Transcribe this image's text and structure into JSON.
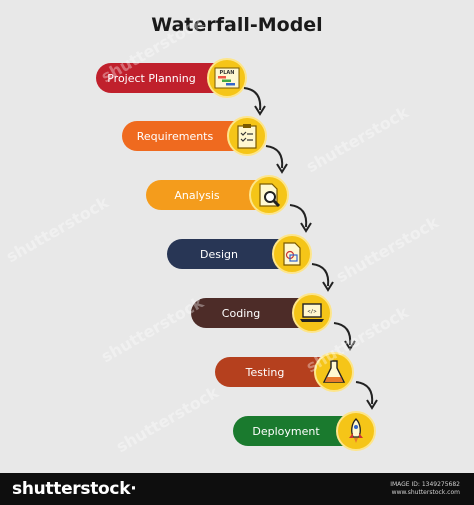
{
  "title": "Waterfall-Model",
  "steps": [
    {
      "label": "Project Planning",
      "color": "#c0202c",
      "icon": "plan-chart-icon"
    },
    {
      "label": "Requirements",
      "color": "#ef6a1f",
      "icon": "checklist-clipboard-icon"
    },
    {
      "label": "Analysis",
      "color": "#f49c1c",
      "icon": "document-magnifier-icon"
    },
    {
      "label": "Design",
      "color": "#283655",
      "icon": "design-document-icon"
    },
    {
      "label": "Coding",
      "color": "#4d2c28",
      "icon": "laptop-code-icon"
    },
    {
      "label": "Testing",
      "color": "#b5401e",
      "icon": "flask-icon"
    },
    {
      "label": "Deployment",
      "color": "#1a7a2e",
      "icon": "rocket-icon"
    }
  ],
  "plan_icon_text": "PLAN",
  "footer": {
    "logo": "shutterstock",
    "logo_suffix": "·",
    "image_id": "IMAGE ID: 1349275682",
    "site": "www.shutterstock.com"
  }
}
